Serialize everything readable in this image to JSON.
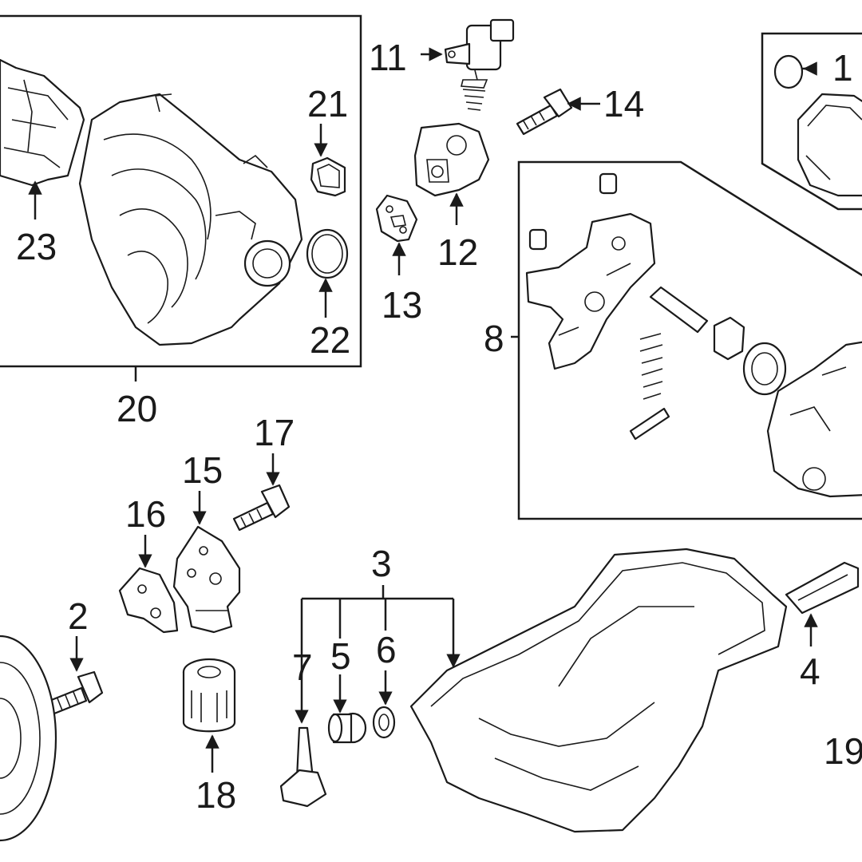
{
  "callouts": {
    "c2": "2",
    "c3": "3",
    "c4": "4",
    "c5": "5",
    "c6": "6",
    "c7": "7",
    "c8": "8",
    "c10": "1",
    "c11": "11",
    "c12": "12",
    "c13": "13",
    "c14": "14",
    "c15": "15",
    "c16": "16",
    "c17": "17",
    "c18": "18",
    "c19": "19",
    "c20": "20",
    "c21": "21",
    "c22": "22",
    "c23": "23"
  }
}
